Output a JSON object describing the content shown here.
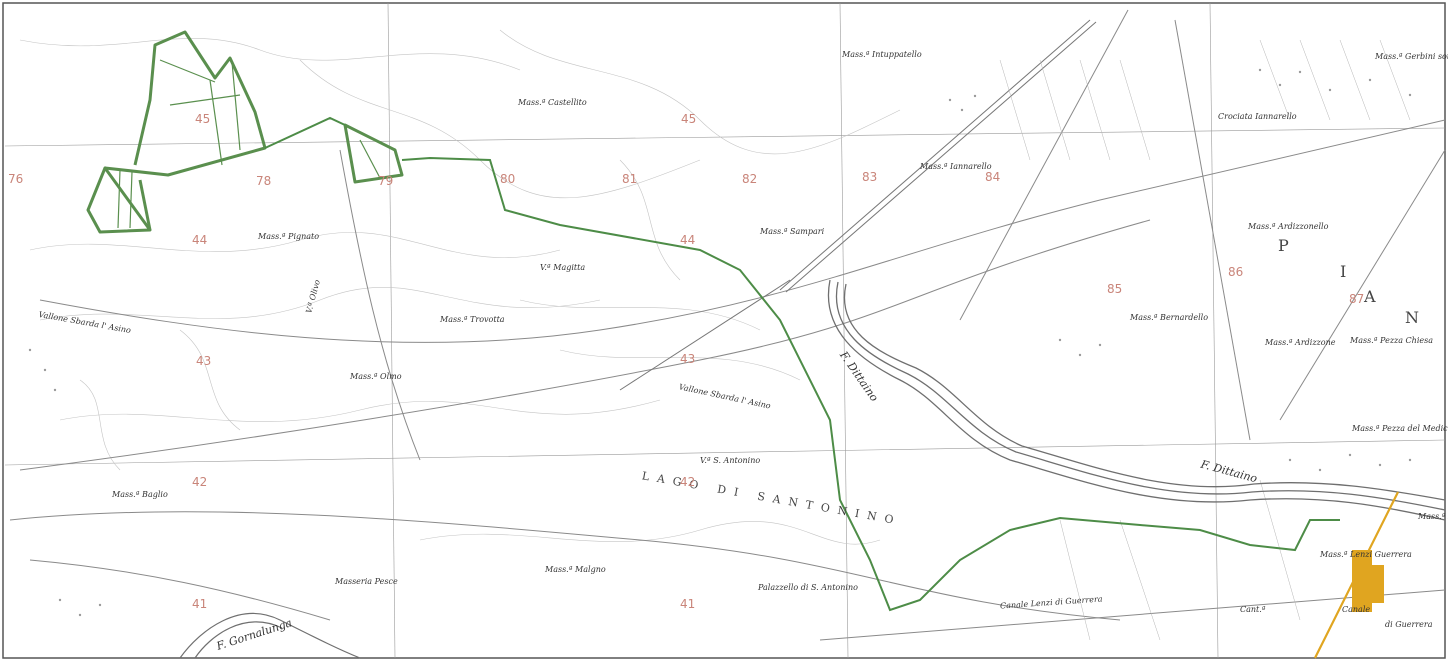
{
  "colors": {
    "site_boundary": "#5a8f4e",
    "cable_route": "#4d8c47",
    "substation": "#e0a520",
    "river": "#6f6f6f",
    "grid_number": "#c9857a"
  },
  "place_labels": [
    "Mass.ª Intuppatello",
    "Mass.ª Gerbini sottana",
    "Mass.ª Castellito",
    "Crociata Iannarello",
    "Mass.ª Iannarello",
    "Mass.ª Sampari",
    "Mass.ª Pignato",
    "V.ª Magitta",
    "Mass.ª Ardizzonello",
    "Mass.ª Trovotta",
    "Mass.ª Bernardello",
    "Mass.ª Ardizzone",
    "Mass.ª Pezza Chiesa",
    "Vallone Sbarda l' Asino",
    "Mass.ª Olmo",
    "Mass.ª Pezza del Medico",
    "Vallone Sbarda l' Asino",
    "V.ª S. Antonino",
    "Mass.ª Baglio",
    "Mass.ª Lenzi Guerrera",
    "Masseria Pesce",
    "Mass.ª Malgno",
    "Palazzello di S. Antonino",
    "Canale Lenzi di Guerrera",
    "Cant.ª",
    "Canale",
    "di Guerrera",
    "V.ª Olivo",
    "Mass.ª Me"
  ],
  "river_labels": [
    "F. Dittaino",
    "F. Dittaino",
    "F. Gornalunga"
  ],
  "area_labels": [
    "LAGO DI SANTONINO",
    "P",
    "I",
    "A",
    "N"
  ],
  "grid_numbers": [
    "45",
    "45",
    "76",
    "78",
    "79",
    "80",
    "81",
    "82",
    "83",
    "84",
    "44",
    "44",
    "86",
    "87",
    "85",
    "43",
    "43",
    "42",
    "42",
    "41",
    "41"
  ]
}
